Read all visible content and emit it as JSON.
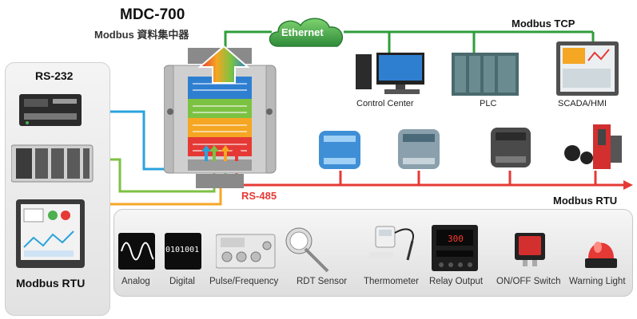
{
  "header": {
    "title": "MDC-700",
    "subtitle": "Modbus 資料集中器"
  },
  "network": {
    "ethernet_label": "Ethernet",
    "modbus_tcp_label": "Modbus TCP",
    "rs485_label": "RS-485",
    "modbus_rtu_right_label": "Modbus RTU"
  },
  "left_panel": {
    "rs232_label": "RS-232",
    "modbus_rtu_label": "Modbus RTU"
  },
  "tcp_devices": [
    {
      "label": "Control Center"
    },
    {
      "label": "PLC"
    },
    {
      "label": "SCADA/HMI"
    }
  ],
  "io_items": [
    {
      "label": "Analog",
      "icon": "analog-wave-icon"
    },
    {
      "label": "Digital",
      "icon": "digital-display-icon",
      "display": "0101001"
    },
    {
      "label": "Pulse/Frequency",
      "icon": "frequency-meter-icon"
    },
    {
      "label": "RDT Sensor",
      "icon": "rdt-sensor-icon"
    },
    {
      "label": "Thermometer",
      "icon": "thermometer-icon"
    },
    {
      "label": "Relay Output",
      "icon": "relay-controller-icon",
      "display": "300"
    },
    {
      "label": "ON/OFF Switch",
      "icon": "rocker-switch-icon"
    },
    {
      "label": "Warning Light",
      "icon": "warning-light-icon"
    }
  ],
  "colors": {
    "ethernet_line": "#2f9e3b",
    "rs485_line": "#e53935",
    "rs232_line": "#29a3dc",
    "modbus_rtu_green": "#7cc242",
    "modbus_rtu_orange": "#f5a623",
    "cloud": "#3aa14a"
  }
}
